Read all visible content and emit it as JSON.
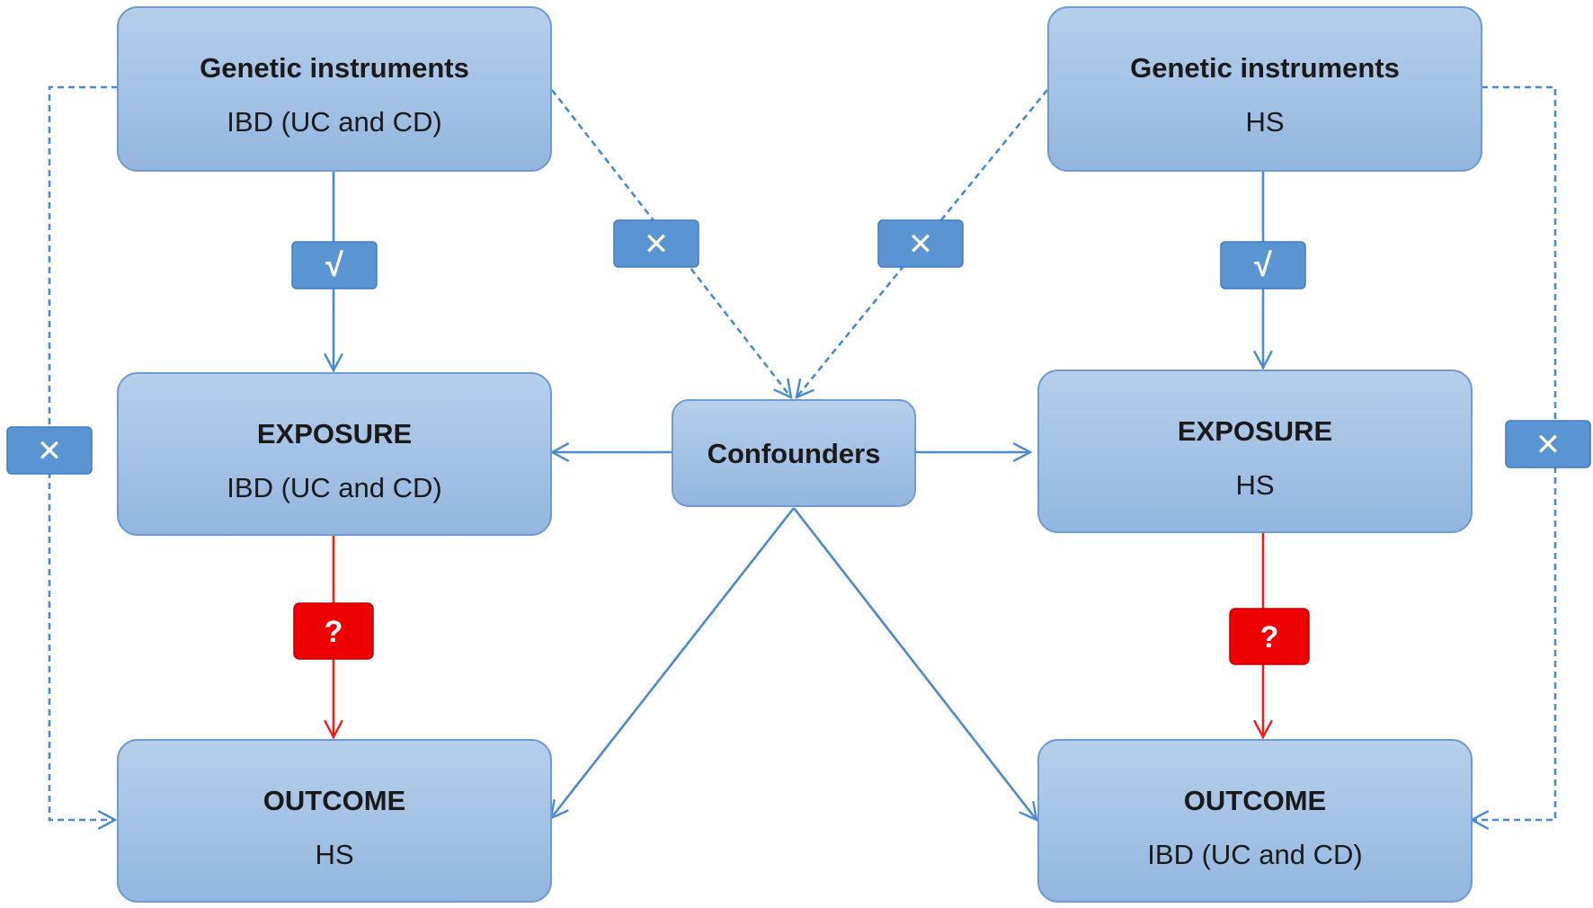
{
  "boxes": {
    "gen_left": {
      "title": "Genetic instruments",
      "subtitle": "IBD (UC and CD)"
    },
    "gen_right": {
      "title": "Genetic instruments",
      "subtitle": "HS"
    },
    "exp_left": {
      "title": "EXPOSURE",
      "subtitle": "IBD (UC and CD)"
    },
    "exp_right": {
      "title": "EXPOSURE",
      "subtitle": "HS"
    },
    "out_left": {
      "title": "OUTCOME",
      "subtitle": "HS"
    },
    "out_right": {
      "title": "OUTCOME",
      "subtitle": "IBD (UC and CD)"
    },
    "confounders": {
      "title": "Confounders"
    }
  },
  "badges": {
    "check_symbol": "√",
    "cross_symbol": "✕",
    "question_symbol": "?"
  },
  "colors": {
    "box_fill_top": "#b3cdea",
    "box_fill_bottom": "#92b5df",
    "box_stroke": "#6d9bd2",
    "arrow_blue": "#4a8ad0",
    "badge_blue": "#5a94d3",
    "badge_red": "#ee0000",
    "arrow_red": "#e8201c"
  }
}
